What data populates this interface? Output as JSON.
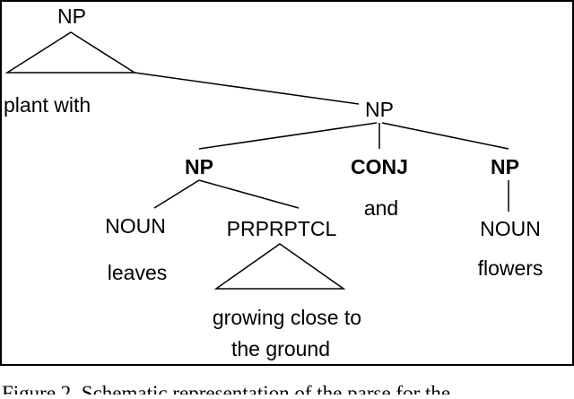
{
  "tree": {
    "root_label": "NP",
    "root_text": "plant with",
    "np_label": "NP",
    "left_np_label": "NP",
    "conj_label": "CONJ",
    "conj_text": "and",
    "right_np_label": "NP",
    "noun_label_left": "NOUN",
    "noun_text_left": "leaves",
    "prp_label": "PRPRPTCL",
    "prp_text_line1": "growing close to",
    "prp_text_line2": "the ground",
    "noun_label_right": "NOUN",
    "noun_text_right": "flowers"
  },
  "caption": "Figure 2.  Schematic representation of the parse for the"
}
